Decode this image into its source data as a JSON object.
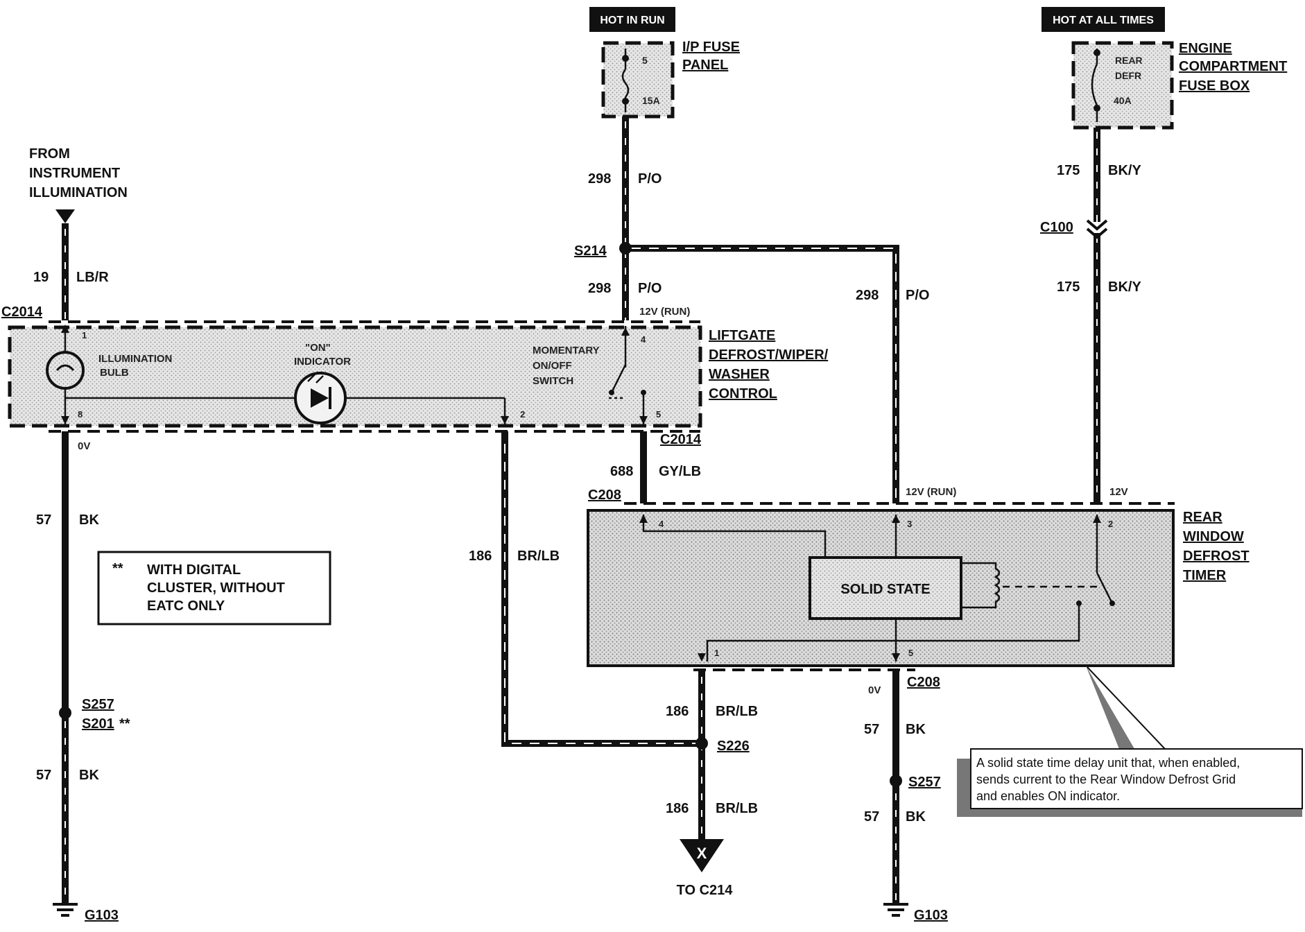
{
  "supplies": {
    "hot_in_run": "HOT IN RUN",
    "hot_at_all_times": "HOT AT ALL TIMES"
  },
  "fuses": {
    "ip_fuse_panel": [
      "I/P FUSE",
      "PANEL"
    ],
    "ip_fuse_number": "5",
    "ip_fuse_rating": "15A",
    "engine_fuse_box": [
      "ENGINE",
      "COMPARTMENT",
      "FUSE BOX"
    ],
    "engine_fuse_name": [
      "REAR",
      "DEFR"
    ],
    "engine_fuse_rating": "40A"
  },
  "source": {
    "from_instrument": [
      "FROM",
      "INSTRUMENT",
      "ILLUMINATION"
    ]
  },
  "circuits": {
    "c298": "298",
    "po": "P/O",
    "c175": "175",
    "bky": "BK/Y",
    "c19": "19",
    "lbr": "LB/R",
    "c688": "688",
    "gylb": "GY/LB",
    "c186": "186",
    "brlb": "BR/LB",
    "c57": "57",
    "bk": "BK"
  },
  "splices": {
    "s214": "S214",
    "s257": "S257",
    "s201": "S201",
    "s201_mark": "**",
    "s226": "S226",
    "s257b": "S257"
  },
  "connectors": {
    "c2014": "C2014",
    "c208": "C208",
    "c208b": "C208",
    "c100": "C100"
  },
  "grounds": {
    "g103_left": "G103",
    "g103_right": "G103"
  },
  "voltages": {
    "v12_run": "12V (RUN)",
    "v12": "12V",
    "v0": "0V"
  },
  "control": {
    "name": [
      "LIFTGATE",
      "DEFROST/WIPER/",
      "WASHER",
      "CONTROL"
    ],
    "illumination_bulb": [
      "ILLUMINATION",
      "BULB"
    ],
    "on_indicator": [
      "\"ON\"",
      "INDICATOR"
    ],
    "momentary_switch": [
      "MOMENTARY",
      "ON/OFF",
      "SWITCH"
    ]
  },
  "timer": {
    "name": [
      "REAR",
      "WINDOW",
      "DEFROST",
      "TIMER"
    ],
    "solid_state": "SOLID STATE"
  },
  "pins": {
    "p1": "1",
    "p2": "2",
    "p3": "3",
    "p4": "4",
    "p5": "5",
    "p8": "8"
  },
  "note": {
    "marker": "**",
    "text": [
      "WITH DIGITAL",
      "CLUSTER, WITHOUT",
      "EATC ONLY"
    ]
  },
  "callout": {
    "text": [
      "A solid state time delay unit that, when enabled,",
      "sends current to the Rear Window Defrost Grid",
      "and enables ON indicator."
    ]
  },
  "destination": {
    "to_c214": "TO C214",
    "x_mark": "X"
  }
}
